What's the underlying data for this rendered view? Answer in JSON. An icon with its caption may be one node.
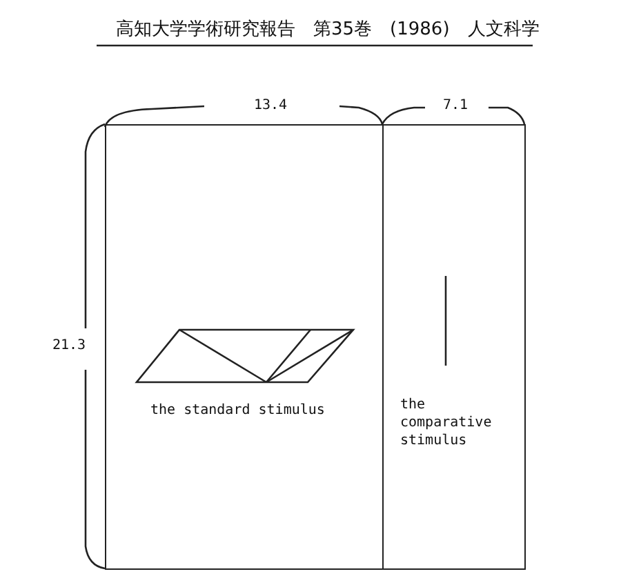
{
  "diagram": {
    "nodes": [
      {
        "text": [
          "the standard stimulus"
        ]
      },
      {
        "text": [
          "the comparative stimulus"
        ]
      }
    ],
    "edges": [],
    "labels": [
      "高知大学学術研究報告　第35巻　(1986)　人文科学",
      "13.4",
      "7.1",
      "21.3"
    ]
  }
}
